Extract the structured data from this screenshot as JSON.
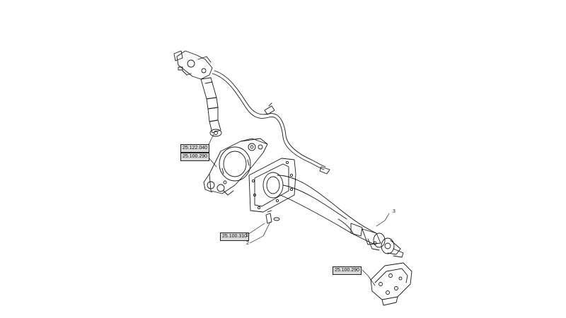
{
  "diagram": {
    "references": {
      "ref_a": "25.122.040",
      "ref_b": "25.100.290",
      "ref_c": "25.100.310",
      "ref_d": "25.100.290"
    },
    "callouts": {
      "c1": "1",
      "c2": "2",
      "c3": "3"
    },
    "colors": {
      "line": "#1a1a1a",
      "label_fill": "#d9d9d9"
    }
  }
}
